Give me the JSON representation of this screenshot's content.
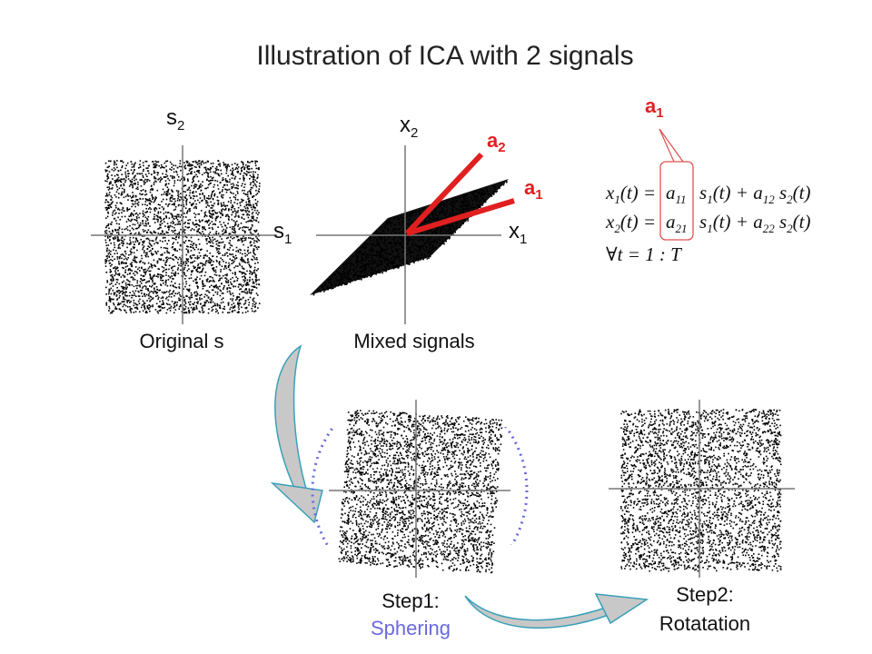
{
  "title": "Illustration of ICA with 2 signals",
  "original": {
    "axis_y_base": "s",
    "axis_y_sub": "2",
    "axis_x_base": "s",
    "axis_x_sub": "1",
    "caption": "Original s"
  },
  "mixed": {
    "axis_y_base": "x",
    "axis_y_sub": "2",
    "axis_x_base": "x",
    "axis_x_sub": "1",
    "caption": "Mixed signals",
    "vector_a2_base": "a",
    "vector_a2_sub": "2",
    "vector_a1_base": "a",
    "vector_a1_sub": "1"
  },
  "equations": {
    "callout_base": "a",
    "callout_sub": "1",
    "line1": {
      "lhs": "x",
      "lhs_sub": "1",
      "arg": "(t) =",
      "t1": "a",
      "t1_sub": "11",
      "t1_s": "s",
      "t1_s_sub": "1",
      "t1_arg": "(t) +",
      "t2": "a",
      "t2_sub": "12",
      "t2_s": "s",
      "t2_s_sub": "2",
      "t2_arg": "(t)"
    },
    "line2": {
      "lhs": "x",
      "lhs_sub": "2",
      "arg": "(t) =",
      "t1": "a",
      "t1_sub": "21",
      "t1_s": "s",
      "t1_s_sub": "1",
      "t1_arg": "(t) +",
      "t2": "a",
      "t2_sub": "22",
      "t2_s": "s",
      "t2_s_sub": "2",
      "t2_arg": "(t)"
    },
    "line3": "∀t = 1 : T"
  },
  "step1": {
    "label_line1": "Step1:",
    "label_line2": "Sphering"
  },
  "step2": {
    "label_line1": "Step2:",
    "label_line2": "Rotatation"
  },
  "colors": {
    "vector_red": "#e02020",
    "sphering_blue": "#6a6adc",
    "arrow_fill": "#c8c8c8",
    "arrow_stroke": "#3aa0b8",
    "callout_stroke": "#e05050",
    "dots": "#000000"
  }
}
